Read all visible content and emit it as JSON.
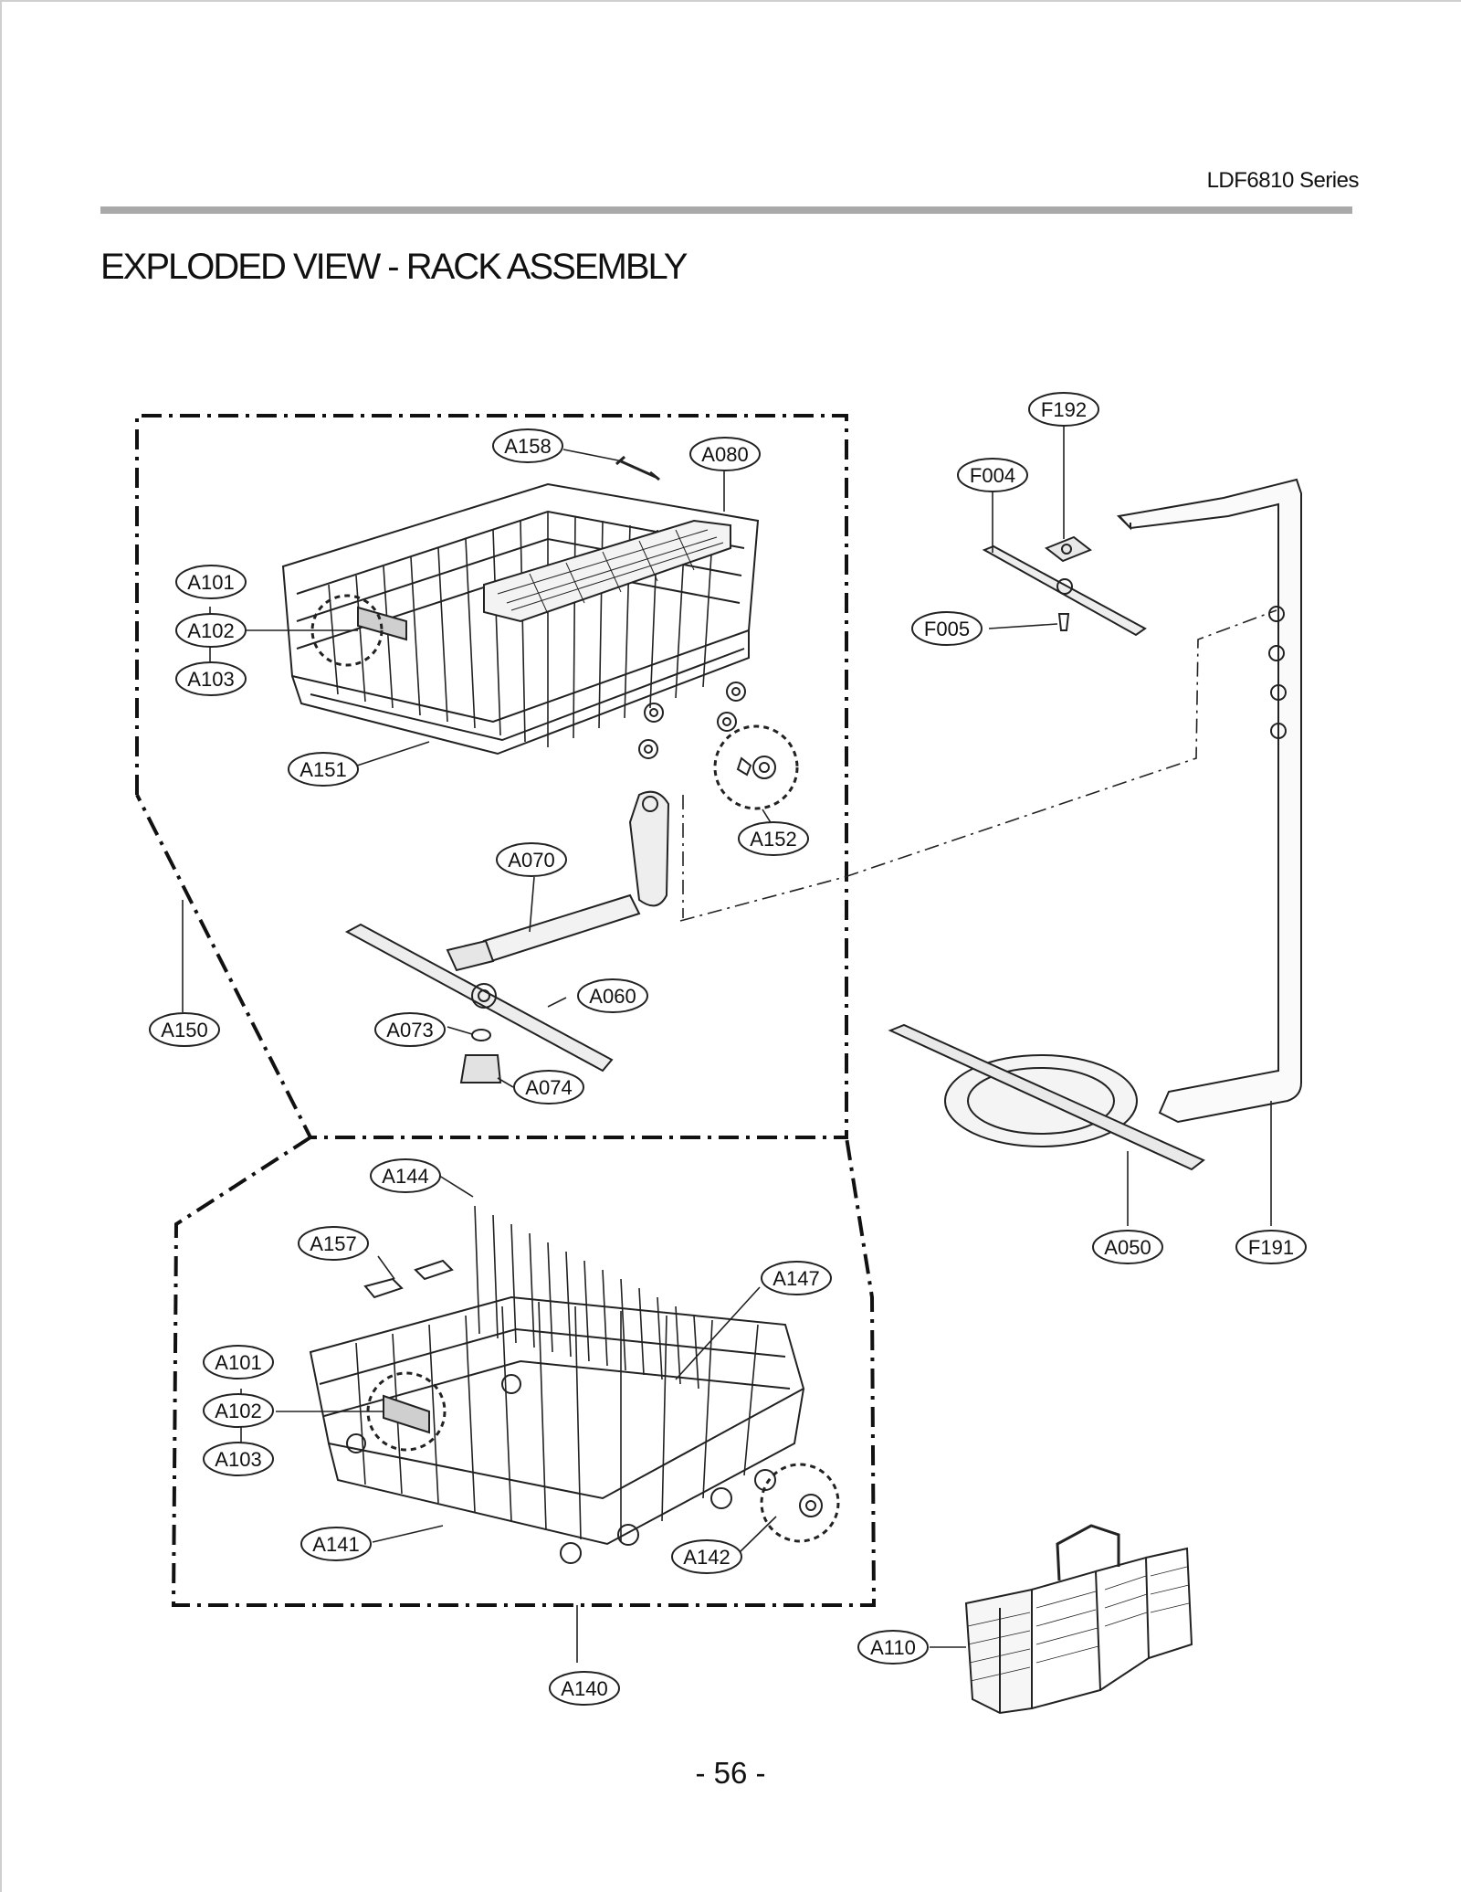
{
  "header": {
    "series": "LDF6810 Series"
  },
  "title": "EXPLODED VIEW - RACK ASSEMBLY",
  "page_number": "- 56 -",
  "callouts": {
    "A158": "A158",
    "A080": "A080",
    "A101_upper": "A101",
    "A102_upper": "A102",
    "A103_upper": "A103",
    "A151": "A151",
    "A152": "A152",
    "A070": "A070",
    "A060": "A060",
    "A073": "A073",
    "A074": "A074",
    "A150": "A150",
    "F192": "F192",
    "F004": "F004",
    "F005": "F005",
    "A050": "A050",
    "F191": "F191",
    "A144": "A144",
    "A157": "A157",
    "A147": "A147",
    "A101_lower": "A101",
    "A102_lower": "A102",
    "A103_lower": "A103",
    "A141": "A141",
    "A142": "A142",
    "A140": "A140",
    "A110": "A110"
  }
}
